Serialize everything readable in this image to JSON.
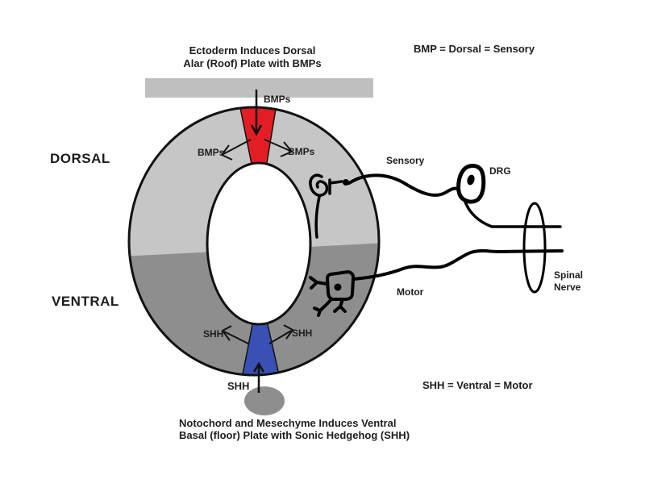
{
  "colors": {
    "background": "#ffffff",
    "ectoderm_bar": "#bfbfbf",
    "dorsal_ring": "#c6c6c6",
    "ventral_ring": "#8e8e8e",
    "roof_plate_red": "#e21d24",
    "floor_plate_blue": "#3a50b4",
    "notochord": "#8e8e8e",
    "ink": "#111111",
    "lumen": "#ffffff"
  },
  "top": {
    "caption_line1": "Ectoderm Induces Dorsal",
    "caption_line2": "Alar (Roof) Plate with BMPs",
    "equation": "BMP = Dorsal = Sensory"
  },
  "ring": {
    "dorsal_label": "DORSAL",
    "ventral_label": "VENTRAL",
    "bmp_arrow_label": "BMPs",
    "bmp_left_label": "BMPs",
    "bmp_right_label": "BMPs",
    "shh_left_label": "SHH",
    "shh_right_label": "SHH",
    "shh_arrow_label": "SHH"
  },
  "right": {
    "sensory_label": "Sensory",
    "drg_label": "DRG",
    "motor_label": "Motor",
    "spinal_nerve_line1": "Spinal",
    "spinal_nerve_line2": "Nerve",
    "equation": "SHH = Ventral = Motor"
  },
  "bottom": {
    "caption_line1": "Notochord and Mesechyme Induces Ventral",
    "caption_line2": "Basal (floor) Plate with Sonic Hedgehog (SHH)"
  }
}
